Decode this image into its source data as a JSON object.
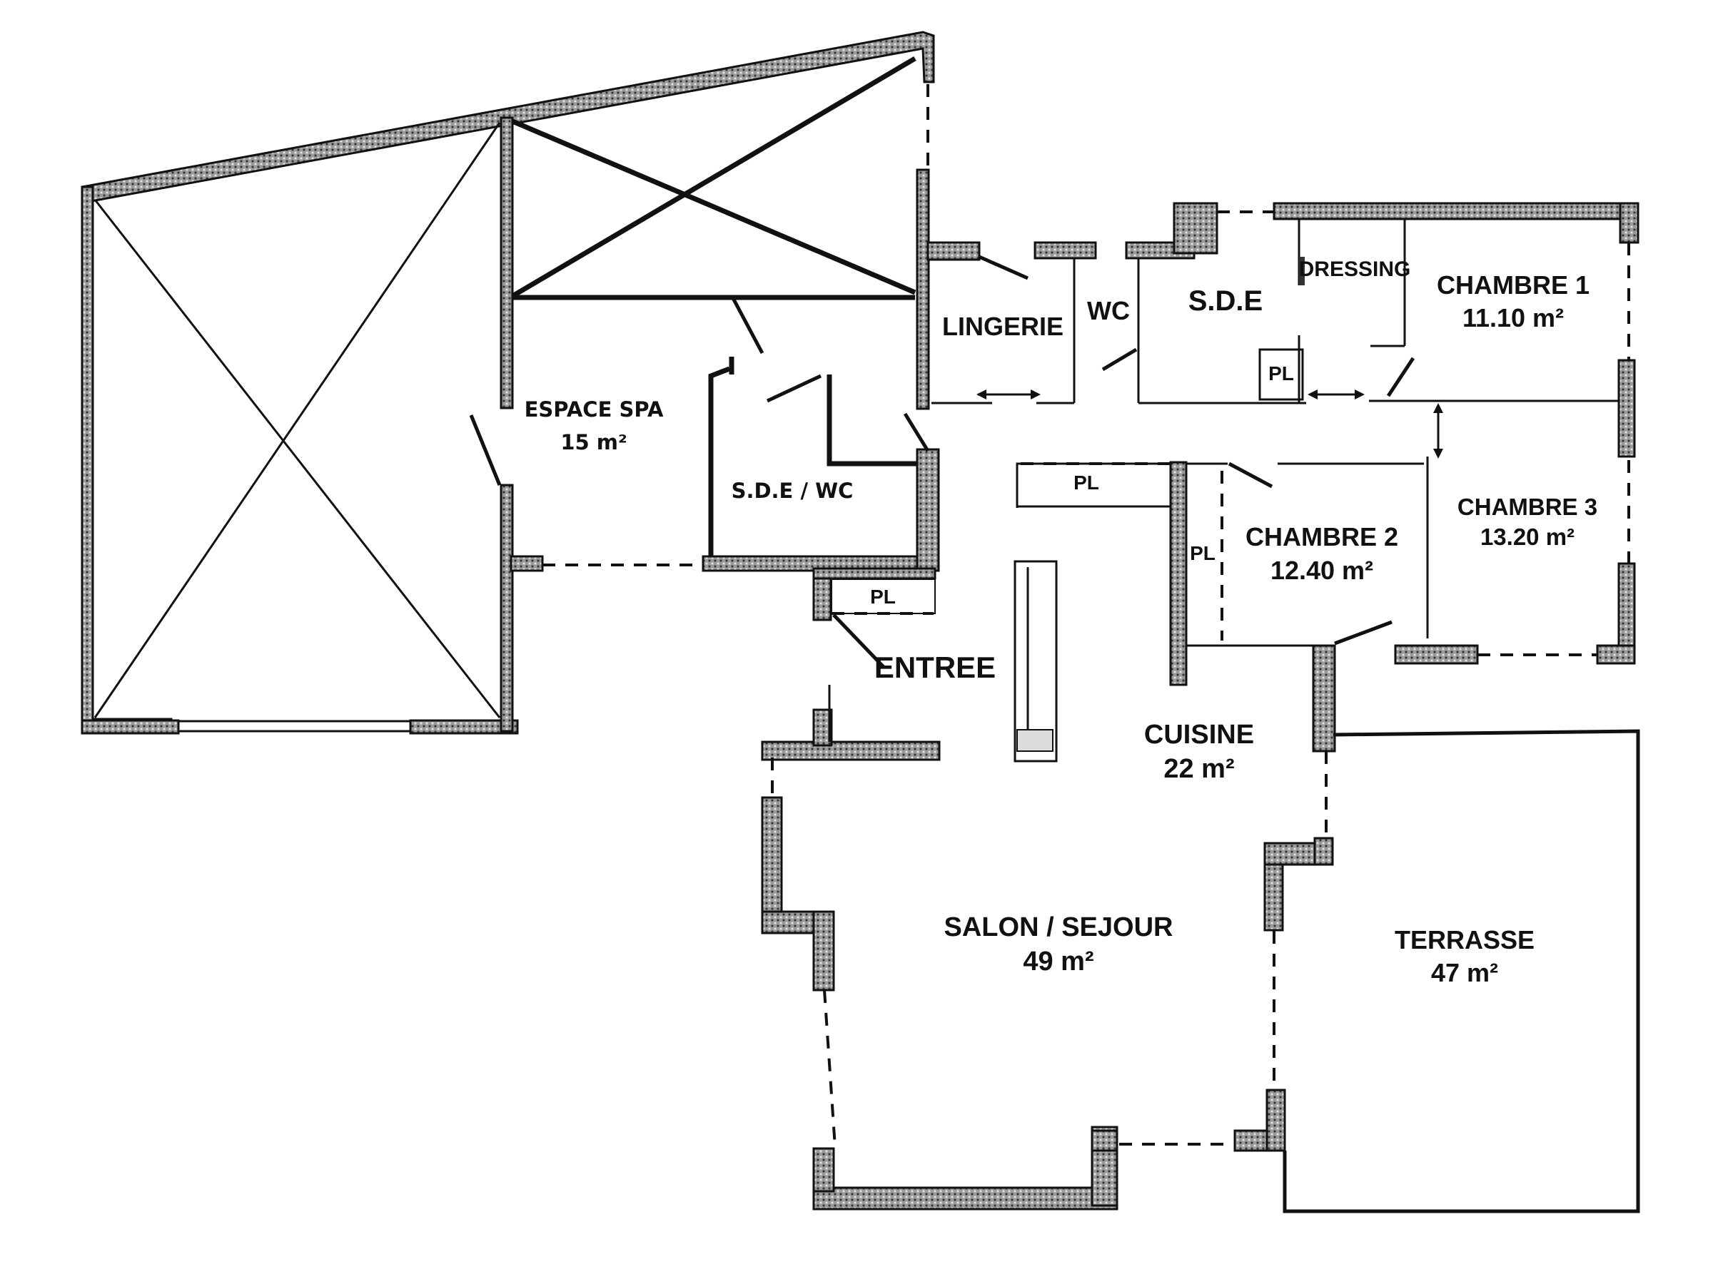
{
  "rooms": {
    "espace_spa": {
      "name": "ESPACE SPA",
      "area": "15 m²"
    },
    "sde_wc": {
      "name": "S.D.E / WC"
    },
    "lingerie": {
      "name": "LINGERIE"
    },
    "wc": {
      "name": "WC"
    },
    "sde": {
      "name": "S.D.E"
    },
    "dressing": {
      "name": "DRESSING"
    },
    "chambre1": {
      "name": "CHAMBRE 1",
      "area": "11.10 m²"
    },
    "chambre2": {
      "name": "CHAMBRE 2",
      "area": "12.40 m²"
    },
    "chambre3": {
      "name": "CHAMBRE 3",
      "area": "13.20 m²"
    },
    "cuisine": {
      "name": "CUISINE",
      "area": "22 m²"
    },
    "salon": {
      "name": "SALON / SEJOUR",
      "area": "49 m²"
    },
    "terrasse": {
      "name": "TERRASSE",
      "area": "47 m²"
    },
    "entree": {
      "name": "ENTREE"
    }
  },
  "placards": {
    "pl_entree": "PL",
    "pl_sde": "PL",
    "pl_cuisine": "PL",
    "pl_chambre2": "PL"
  },
  "colors": {
    "wall": "#7a7a7a",
    "line": "#111111",
    "background": "#ffffff"
  }
}
